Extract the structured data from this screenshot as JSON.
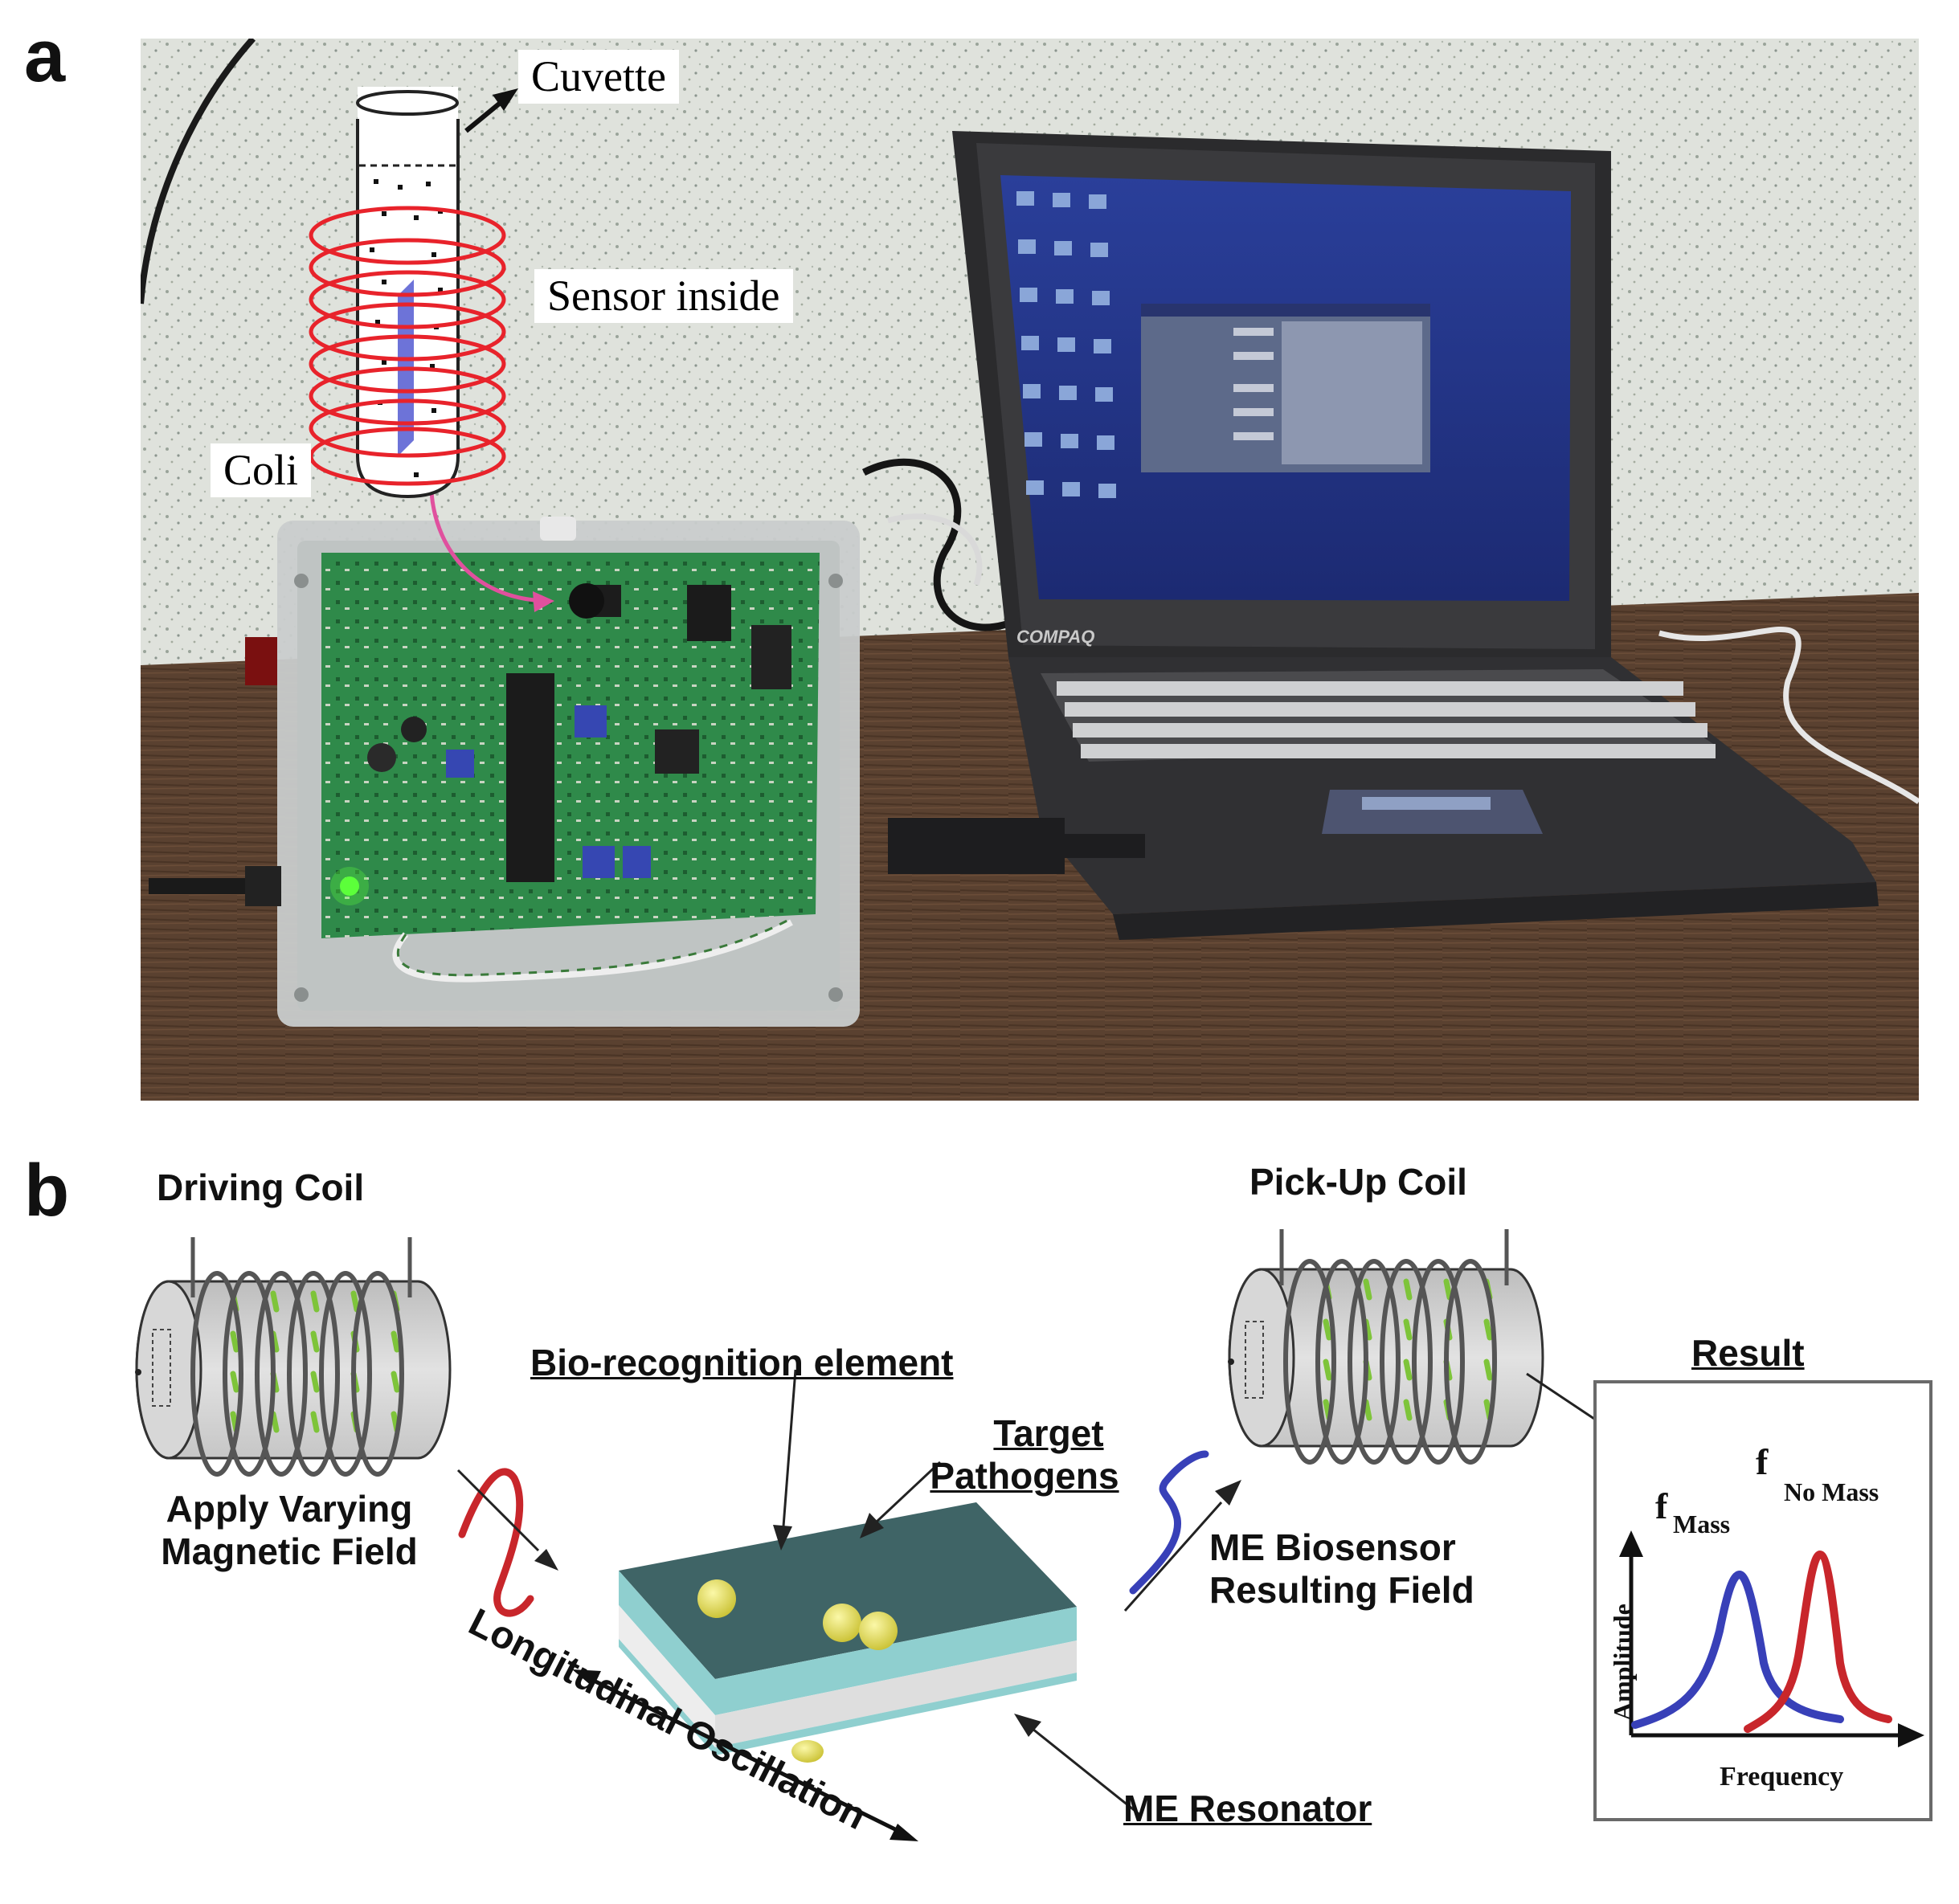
{
  "panel_a": {
    "letter": "a",
    "labels": {
      "cuvette": "Cuvette",
      "sensor_inside": "Sensor inside",
      "coli": "Coli",
      "laptop_brand": "COMPAQ"
    }
  },
  "panel_b": {
    "letter": "b",
    "labels": {
      "driving_coil": "Driving Coil",
      "pickup_coil": "Pick-Up Coil",
      "bio_recognition": "Bio-recognition element",
      "target_pathogens_1": "Target",
      "target_pathogens_2": "Pathogens",
      "apply_field_1": "Apply Varying",
      "apply_field_2": "Magnetic Field",
      "me_biosensor_1": "ME Biosensor",
      "me_biosensor_2": "Resulting Field",
      "longitudinal": "Longitudinal Oscillation",
      "me_resonator": "ME Resonator",
      "result": "Result"
    },
    "result_chart": {
      "f_mass_main": "f",
      "f_mass_sub": "Mass",
      "f_nomass_main": "f",
      "f_nomass_sub": "No Mass",
      "ylabel": "Amplitude",
      "xlabel": "Frequency"
    }
  },
  "colors": {
    "coil_red": "#e8232b",
    "arrow_pink": "#e0509e",
    "sensor_blue": "#6d73d8",
    "resonator_top": "#3f6466",
    "resonator_edge": "#8fcfcf",
    "pathogen_yellow": "#e8e35a",
    "field_red": "#c8262b",
    "field_blue": "#3840b8",
    "coil_green": "#7ec43a"
  }
}
